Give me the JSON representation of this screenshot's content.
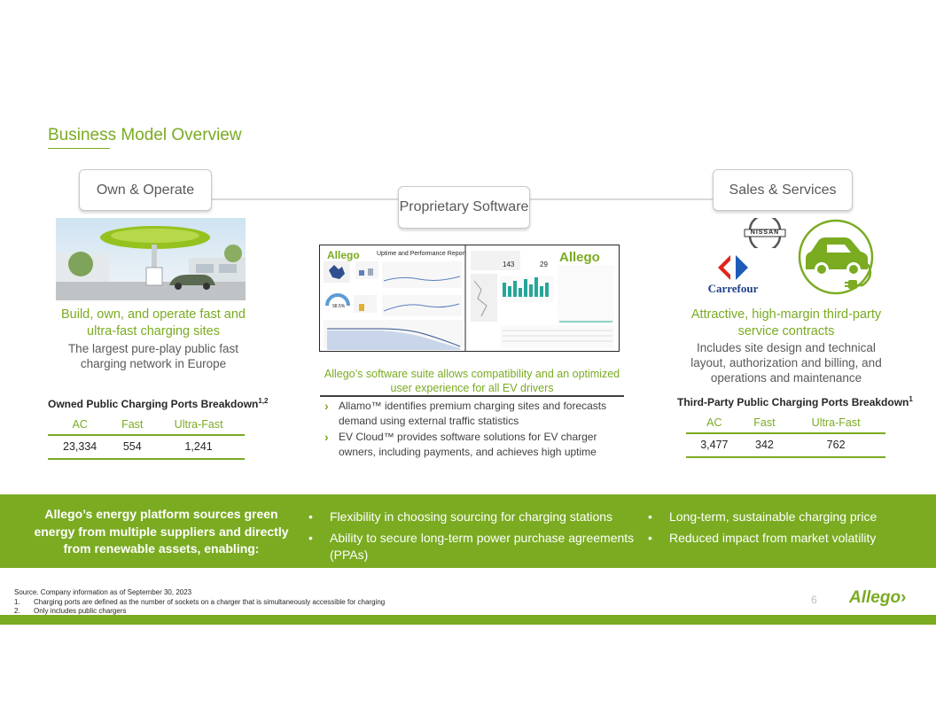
{
  "page": {
    "title": "Business Model Overview",
    "page_number": "6",
    "brand": "Allego"
  },
  "pillars": {
    "own": {
      "label": "Own & Operate",
      "headline": "Build, own, and operate fast and ultra-fast charging sites",
      "body": "The largest pure-play public fast charging network in Europe"
    },
    "software": {
      "label": "Proprietary Software",
      "caption": "Allego’s software suite allows compatibility and an optimized user experience for all EV drivers",
      "bullets": [
        "Allamo™ identifies premium charging sites and forecasts demand using external traffic statistics",
        "EV Cloud™ provides software solutions for EV charger owners, including payments, and achieves high uptime"
      ]
    },
    "sales": {
      "label": "Sales & Services",
      "headline": "Attractive, high-margin third-party service contracts",
      "body": "Includes site design and technical layout, authorization and billing, and operations and maintenance"
    }
  },
  "software_report": {
    "brand": "Allego",
    "title": "Uptime and Performance Report",
    "kpi_1": "143",
    "kpi_2": "29",
    "gauge_value": "98.5%"
  },
  "logos": {
    "nissan": "NISSAN",
    "carrefour": "Carrefour"
  },
  "owned_table": {
    "title": "Owned Public Charging Ports Breakdown",
    "superscript": "1,2",
    "headers": [
      "AC",
      "Fast",
      "Ultra-Fast"
    ],
    "values": [
      "23,334",
      "554",
      "1,241"
    ]
  },
  "third_party_table": {
    "title": "Third-Party Public Charging Ports Breakdown",
    "superscript": "1",
    "headers": [
      "AC",
      "Fast",
      "Ultra-Fast"
    ],
    "values": [
      "3,477",
      "342",
      "762"
    ]
  },
  "energy_band": {
    "lead": "Allego’s energy platform sources green energy from multiple suppliers and directly from renewable assets, enabling:",
    "middle": [
      "Flexibility in choosing sourcing for charging stations",
      "Ability to secure long-term power purchase agreements (PPAs)"
    ],
    "right": [
      "Long-term, sustainable charging price",
      "Reduced impact from market volatility"
    ],
    "bullet_glyph": "•"
  },
  "footnotes": {
    "source": "Source. Company information as of September 30, 2023",
    "items": [
      {
        "num": "1.",
        "text": "Charging ports are defined as the number of sockets on a charger that is simultaneously accessible for charging"
      },
      {
        "num": "2.",
        "text": "Only includes public chargers"
      }
    ]
  },
  "colors": {
    "accent": "#7aab21",
    "text": "#404040"
  }
}
